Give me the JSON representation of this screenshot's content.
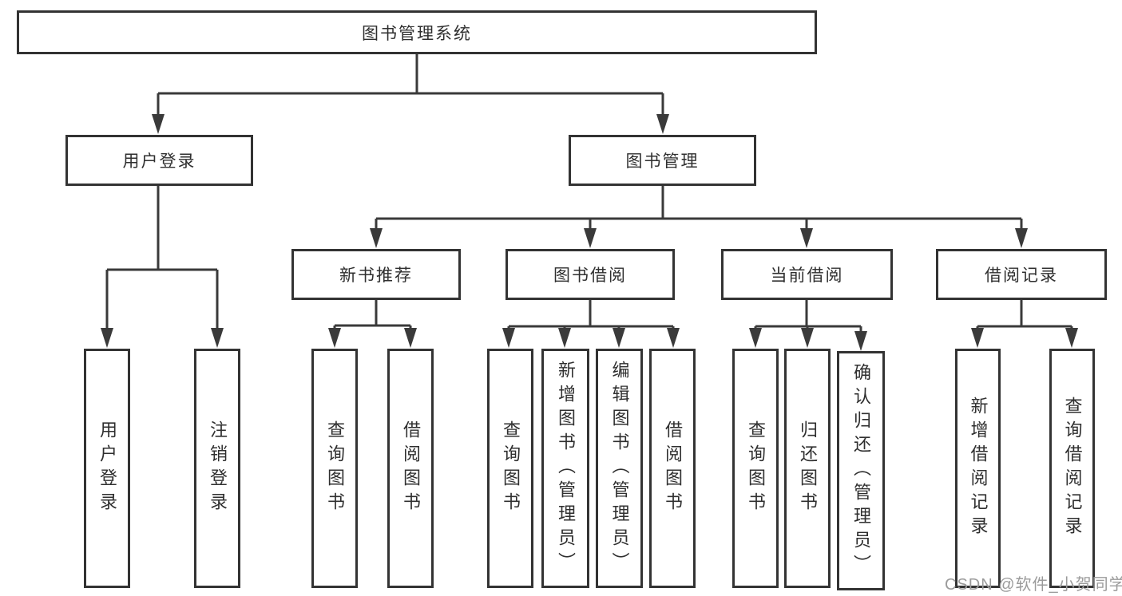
{
  "diagram": {
    "root": {
      "label": "图书管理系统"
    },
    "branches": [
      {
        "label": "用户登录",
        "children": [
          {
            "label": "用户登录"
          },
          {
            "label": "注销登录"
          }
        ]
      },
      {
        "label": "图书管理",
        "children": [
          {
            "label": "新书推荐",
            "children": [
              {
                "label": "查询图书"
              },
              {
                "label": "借阅图书"
              }
            ]
          },
          {
            "label": "图书借阅",
            "children": [
              {
                "label": "查询图书"
              },
              {
                "label": "新增图书（管理员）"
              },
              {
                "label": "编辑图书（管理员）"
              },
              {
                "label": "借阅图书"
              }
            ]
          },
          {
            "label": "当前借阅",
            "children": [
              {
                "label": "查询图书"
              },
              {
                "label": "归还图书"
              },
              {
                "label": "确认归还（管理员）"
              }
            ]
          },
          {
            "label": "借阅记录",
            "children": [
              {
                "label": "新增借阅记录"
              },
              {
                "label": "查询借阅记录"
              }
            ]
          }
        ]
      }
    ]
  },
  "colors": {
    "line": "#3a3a3a",
    "box_border": "#333333",
    "text": "#2f2f2f",
    "background": "#ffffff",
    "watermark": "#9b9b9b"
  },
  "watermark": {
    "text": "CSDN @软件_小贺同学"
  }
}
